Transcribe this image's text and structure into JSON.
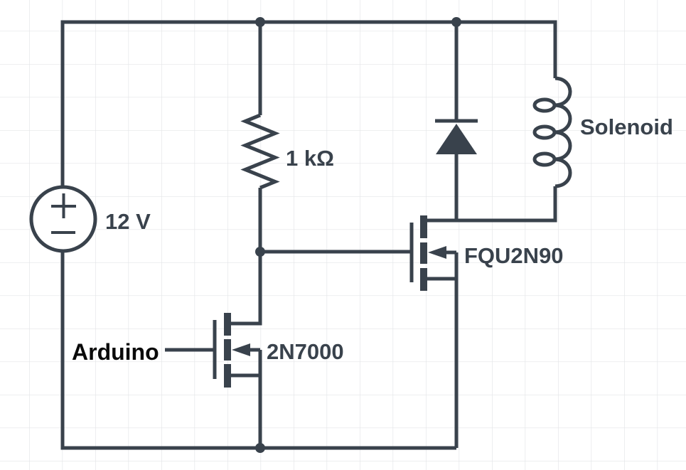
{
  "diagram": {
    "type": "circuit-schematic",
    "description": "Solenoid driver circuit",
    "colors": {
      "stroke": "#39424C",
      "label_text": "#39424C",
      "input_text": "#0a0a0a",
      "grid": "#e3e5e7",
      "background": "#ffffff"
    },
    "components": {
      "power_supply": {
        "type": "dc-voltage-source",
        "label": "12 V"
      },
      "pullup_resistor": {
        "type": "resistor",
        "label": "1 kΩ"
      },
      "flyback_diode": {
        "type": "diode",
        "orientation": "cathode-up"
      },
      "solenoid": {
        "type": "inductor-coil",
        "label": "Solenoid"
      },
      "highside_mosfet": {
        "type": "n-channel-mosfet",
        "label": "FQU2N90"
      },
      "signal_mosfet": {
        "type": "n-channel-mosfet",
        "label": "2N7000"
      },
      "control_input": {
        "type": "external-signal",
        "label": "Arduino"
      }
    }
  }
}
